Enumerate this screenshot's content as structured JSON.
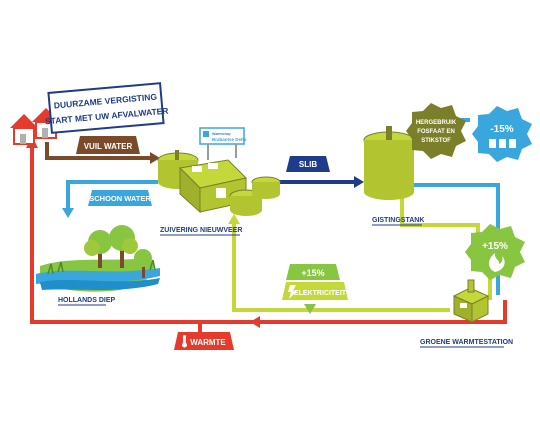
{
  "title": {
    "line1": "DUURZAME VERGISTING",
    "line2": "START MET UW AFVALWATER"
  },
  "labels": {
    "vuil_water": "VUIL WATER",
    "schoon_water": "SCHOON WATER",
    "slib": "SLIB",
    "zuivering": "ZUIVERING NIEUWVEER",
    "gistingstank": "GISTINGSTANK",
    "hollands_diep": "HOLLANDS DIEP",
    "groene_warmtestation": "GROENE WARMTESTATION",
    "warmte": "WARMTE",
    "elektriciteit": "ELEKTRICITEIT"
  },
  "badges": {
    "hergebruik": {
      "line1": "HERGEBRUIK",
      "line2": "FOSFAAT EN",
      "line3": "STIKSTOF"
    },
    "afval": "-15%",
    "energie": "+15%",
    "elektriciteit": "+15%"
  },
  "sign": {
    "line1": "Waterschap",
    "line2": "Brabantse Delta"
  },
  "colors": {
    "brown": "#7a4a2b",
    "blue": "#3aa6de",
    "navy": "#1f3c8a",
    "lime": "#c4d83a",
    "olive": "#7b7f2a",
    "red": "#e43b2c",
    "green": "#88c540"
  }
}
